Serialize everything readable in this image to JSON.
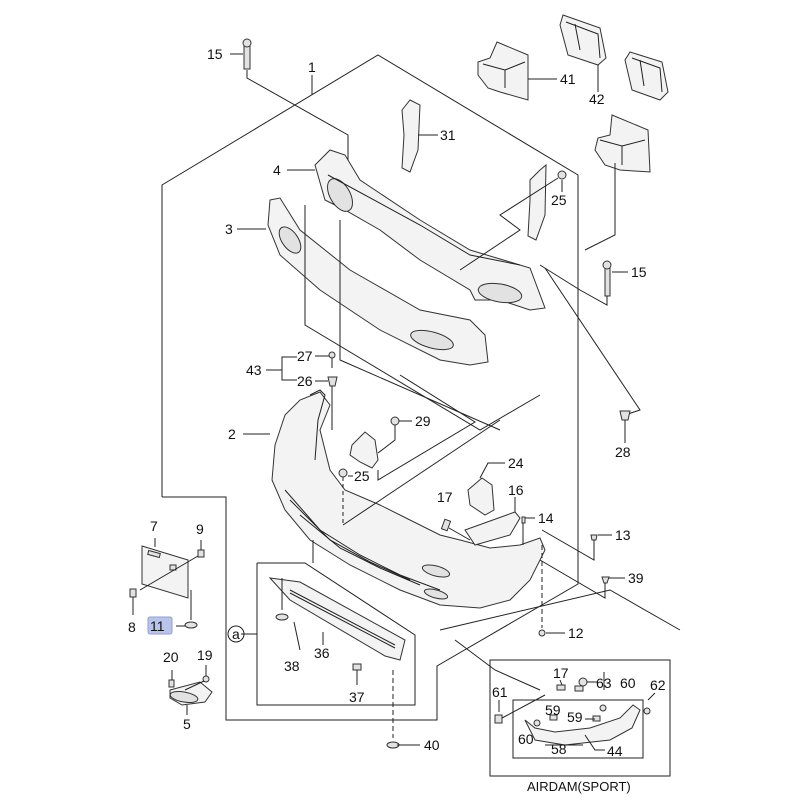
{
  "diagram": {
    "title": "Front Bumper Exploded Parts Diagram",
    "highlight_color": "#b8c4ea",
    "highlighted_callout": "11",
    "callouts": [
      {
        "id": "c15a",
        "text": "15",
        "part": "bolt"
      },
      {
        "id": "c1",
        "text": "1",
        "part": "front bumper assembly"
      },
      {
        "id": "c41",
        "text": "41",
        "part": "bumper stay"
      },
      {
        "id": "c42",
        "text": "42",
        "part": "absorber bracket"
      },
      {
        "id": "c31",
        "text": "31",
        "part": "side bracket"
      },
      {
        "id": "c4",
        "text": "4",
        "part": "bumper beam absorber"
      },
      {
        "id": "c25a",
        "text": "25",
        "part": "clip"
      },
      {
        "id": "c3",
        "text": "3",
        "part": "energy absorber"
      },
      {
        "id": "c15b",
        "text": "15",
        "part": "bolt"
      },
      {
        "id": "c43",
        "text": "43",
        "part": "fastener set"
      },
      {
        "id": "c27",
        "text": "27",
        "part": "screw"
      },
      {
        "id": "c26",
        "text": "26",
        "part": "grommet"
      },
      {
        "id": "c29",
        "text": "29",
        "part": "screw"
      },
      {
        "id": "c2",
        "text": "2",
        "part": "bumper fascia"
      },
      {
        "id": "c28",
        "text": "28",
        "part": "clip"
      },
      {
        "id": "c25b",
        "text": "25",
        "part": "clip"
      },
      {
        "id": "c24",
        "text": "24",
        "part": "bracket"
      },
      {
        "id": "c17a",
        "text": "17",
        "part": "clip"
      },
      {
        "id": "c16",
        "text": "16",
        "part": "retainer"
      },
      {
        "id": "c14",
        "text": "14",
        "part": "screw"
      },
      {
        "id": "c13",
        "text": "13",
        "part": "nut"
      },
      {
        "id": "c7",
        "text": "7",
        "part": "license plate bracket"
      },
      {
        "id": "c9",
        "text": "9",
        "part": "nut"
      },
      {
        "id": "c8",
        "text": "8",
        "part": "screw"
      },
      {
        "id": "c11",
        "text": "11",
        "part": "bolt"
      },
      {
        "id": "c39",
        "text": "39",
        "part": "screw"
      },
      {
        "id": "c12",
        "text": "12",
        "part": "screw"
      },
      {
        "id": "ca",
        "text": "a",
        "part": "subassembly marker"
      },
      {
        "id": "c38",
        "text": "38",
        "part": "screw"
      },
      {
        "id": "c36",
        "text": "36",
        "part": "lower spoiler"
      },
      {
        "id": "c37",
        "text": "37",
        "part": "clip"
      },
      {
        "id": "c20",
        "text": "20",
        "part": "socket"
      },
      {
        "id": "c19",
        "text": "19",
        "part": "screw"
      },
      {
        "id": "c5",
        "text": "5",
        "part": "side marker lamp"
      },
      {
        "id": "c40",
        "text": "40",
        "part": "screw"
      },
      {
        "id": "c61",
        "text": "61",
        "part": "clip"
      },
      {
        "id": "c17b",
        "text": "17",
        "part": "clip"
      },
      {
        "id": "c63",
        "text": "63",
        "part": "nut"
      },
      {
        "id": "c60a",
        "text": "60",
        "part": "screw"
      },
      {
        "id": "c62",
        "text": "62",
        "part": "screw"
      },
      {
        "id": "c59a",
        "text": "59",
        "part": "clip"
      },
      {
        "id": "c59b",
        "text": "59",
        "part": "clip"
      },
      {
        "id": "c60b",
        "text": "60",
        "part": "screw"
      },
      {
        "id": "c58",
        "text": "58",
        "part": "airdam"
      },
      {
        "id": "c44",
        "text": "44",
        "part": "airdam assembly"
      }
    ],
    "inset_caption": "AIRDAM(SPORT)"
  }
}
